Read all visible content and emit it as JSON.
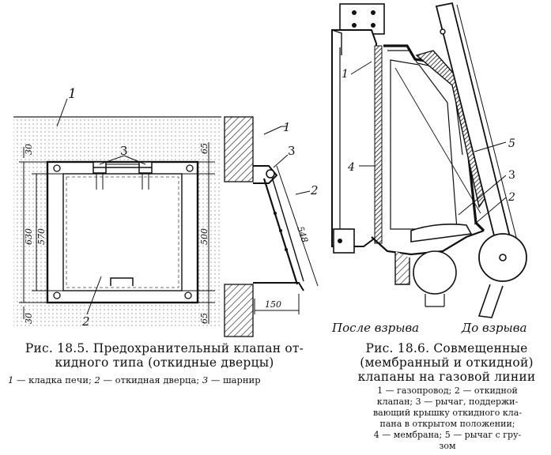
{
  "figure1": {
    "callouts": {
      "oven": "1",
      "door": "2",
      "hinge": "3",
      "door_label": "2"
    },
    "dims": {
      "top": "30",
      "height": "630",
      "inner": "570",
      "bottom": "30",
      "r_top": "65",
      "r_mid": "500",
      "r_bot": "65",
      "diag": "548",
      "offset": "150"
    },
    "caption": [
      "Рис. 18.5. Предохранительный клапан от-",
      "кидного типа (откидные дверцы)"
    ],
    "legend": [
      {
        "n": "1",
        "t": " — кладка печи; "
      },
      {
        "n": "2",
        "t": " — откидная дверца; "
      },
      {
        "n": "3",
        "t": " — шарнир"
      }
    ]
  },
  "figure2": {
    "callouts": {
      "pipe": "1",
      "membrane": "4",
      "lever_weight": "5",
      "lever": "3",
      "valve": "2"
    },
    "states": {
      "after": "После взрыва",
      "before": "До взрыва"
    },
    "caption": [
      "Рис. 18.6. Совмещенные",
      "(мембранный и откидной)",
      "клапаны на газовой линии"
    ],
    "legend": [
      "1 — газопровод; 2 — откидной",
      "клапан; 3 — рычаг, поддержи-",
      "вающий крышку откидного кла-",
      "пана в открытом положении;",
      "4 — мембрана; 5 — рычаг с гру-",
      "зом"
    ]
  }
}
